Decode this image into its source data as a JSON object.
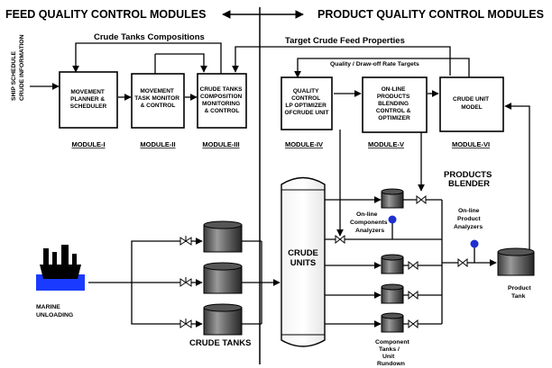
{
  "headers": {
    "left": "FEED QUALITY CONTROL MODULES",
    "right": "PRODUCT QUALITY CONTROL MODULES"
  },
  "side_label": {
    "line1": "SHIP SCHEDULE",
    "line2": "CRUDE INFORMATION"
  },
  "flows": {
    "crude_tanks_compositions": "Crude Tanks Compositions",
    "target_crude_feed_properties": "Target Crude Feed Properties",
    "quality_drawoff_targets": "Quality / Draw-off Rate Targets"
  },
  "modules": [
    {
      "lines": [
        "MOVEMENT",
        "PLANNER &",
        "SCHEDULER"
      ],
      "label": "MODULE-I"
    },
    {
      "lines": [
        "MOVEMENT",
        "TASK MONITOR",
        "& CONTROL"
      ],
      "label": "MODULE-II"
    },
    {
      "lines": [
        "CRUDE TANKS",
        "COMPOSITION",
        "MONITORING",
        "& CONTROL"
      ],
      "label": "MODULE-III"
    },
    {
      "lines": [
        "QUALITY",
        "CONTROL",
        "LP OPTIMIZER",
        "OFCRUDE UNIT"
      ],
      "label": "MODULE-IV"
    },
    {
      "lines": [
        "ON-LINE",
        "PRODUCTS",
        "BLENDING",
        "CONTROL &",
        "OPTIMIZER"
      ],
      "label": "MODULE-V"
    },
    {
      "lines": [
        "CRUDE UNIT",
        "MODEL"
      ],
      "label": "MODULE-VI"
    }
  ],
  "plant": {
    "products_blender": [
      "PRODUCTS",
      "BLENDER"
    ],
    "crude_units": [
      "CRUDE",
      "UNITS"
    ],
    "online_components_analyzers": [
      "On-line",
      "Components",
      "Analyzers"
    ],
    "online_product_analyzers": [
      "On-line",
      "Product",
      "Analyzers"
    ],
    "marine_unloading": [
      "MARINE",
      "UNLOADING"
    ],
    "crude_tanks": "CRUDE TANKS",
    "component_tanks": [
      "Component",
      "Tanks /",
      "Unit",
      "Rundown"
    ],
    "product_tank": [
      "Product",
      "Tank"
    ]
  },
  "colors": {
    "analyzer_blue": "#1f2fd0",
    "water_blue": "#1a3bff",
    "line": "#000000"
  }
}
